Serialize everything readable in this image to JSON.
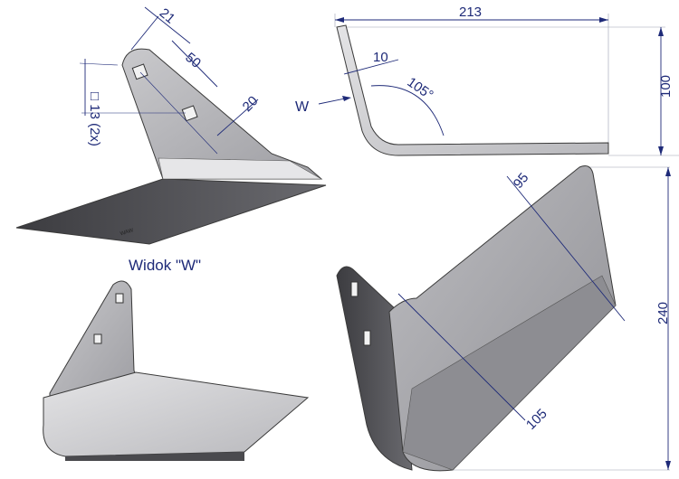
{
  "view_label": "Widok \"W\"",
  "dimensions": {
    "width_21": "21",
    "spacing_50": "50",
    "offset_20": "20",
    "hole_label": "□ 13 (2x)",
    "length_213": "213",
    "thickness_10": "10",
    "angle_105": "105°",
    "height_100": "100",
    "view_marker": "W",
    "width_95": "95",
    "width_105": "105",
    "height_240": "240"
  },
  "colors": {
    "dimension_ink": "#1e2a78",
    "steel_light": "#d4d4d6",
    "steel_mid": "#a9a9ad",
    "steel_dark": "#4a4a4e"
  }
}
